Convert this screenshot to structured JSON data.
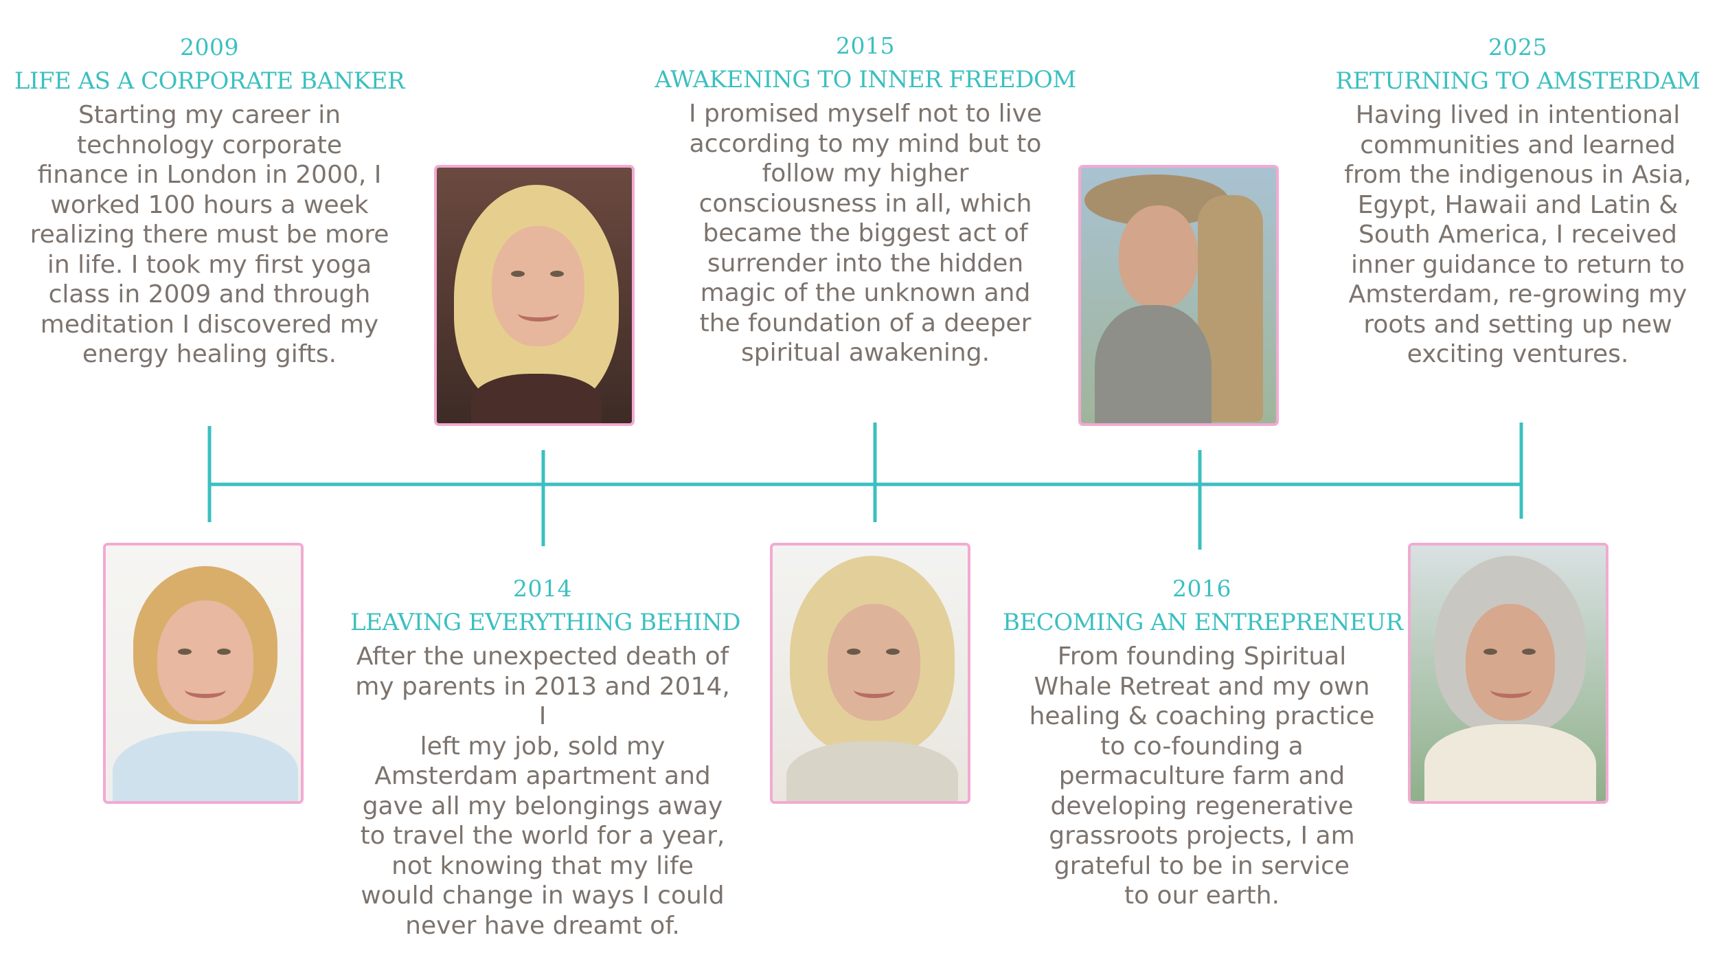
{
  "milestones": [
    {
      "year": "2009",
      "title": "LIFE AS A CORPORATE BANKER",
      "lines": [
        "Starting my career in",
        "technology corporate",
        "finance in London in 2000, I",
        "worked 100 hours a week",
        "realizing there must be more",
        "in life. I took my first yoga",
        "class in 2009 and through",
        "meditation I discovered my",
        "energy healing gifts."
      ]
    },
    {
      "year": "2014",
      "title": "LEAVING EVERYTHING BEHIND",
      "lines": [
        "After the unexpected death of",
        "my parents in 2013 and 2014, I",
        "left my job, sold my",
        "Amsterdam apartment and",
        "gave all my belongings away",
        "to travel the world for a year,",
        "not knowing that my life",
        "would change in ways I could",
        "never have dreamt of."
      ]
    },
    {
      "year": "2015",
      "title": "AWAKENING TO INNER FREEDOM",
      "lines": [
        "I promised myself not to live",
        "according to my mind but to",
        "follow my higher",
        "consciousness in all, which",
        "became the biggest act of",
        "surrender into the hidden",
        "magic of the unknown and",
        "the foundation of a deeper",
        "spiritual awakening."
      ]
    },
    {
      "year": "2016",
      "title": "BECOMING AN ENTREPRENEUR",
      "lines": [
        "From founding Spiritual",
        "Whale Retreat and my own",
        "healing & coaching practice",
        "to co-founding a",
        "permaculture farm and",
        "developing regenerative",
        "grassroots projects, I am",
        "grateful to be in service",
        "to our earth."
      ]
    },
    {
      "year": "2025",
      "title": "RETURNING TO AMSTERDAM",
      "lines": [
        "Having lived in intentional",
        "communities and learned",
        "from the indigenous in Asia,",
        "Egypt, Hawaii and Latin &",
        "South America, I received",
        "inner guidance to return to",
        "Amsterdam, re-growing my",
        "roots and setting up new",
        "exciting ventures."
      ]
    }
  ],
  "colors": {
    "accent": "#3cbfc0",
    "text": "#7c736d",
    "photo_border": "#f2aad2"
  }
}
